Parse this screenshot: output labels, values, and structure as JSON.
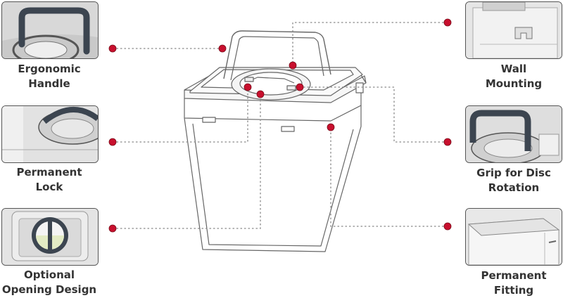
{
  "features": [
    {
      "id": "ergonomic-handle",
      "lines": [
        "Ergonomic",
        "Handle"
      ]
    },
    {
      "id": "permanent-lock",
      "lines": [
        "Permanent",
        "Lock"
      ]
    },
    {
      "id": "optional-opening-design",
      "lines": [
        "Optional",
        "Opening Design"
      ]
    },
    {
      "id": "wall-mounting",
      "lines": [
        "Wall",
        "Mounting"
      ]
    },
    {
      "id": "grip-for-disc-rotation",
      "lines": [
        "Grip for Disc",
        "Rotation"
      ]
    },
    {
      "id": "permanent-fitting",
      "lines": [
        "Permanent",
        "Fitting"
      ]
    }
  ],
  "colors": {
    "marker": "#c8102e",
    "leader": "#8a8a8a",
    "text": "#333333",
    "panel_bg": "#dcdcdc",
    "panel_border": "#555555",
    "handle_dark": "#3c4550"
  }
}
